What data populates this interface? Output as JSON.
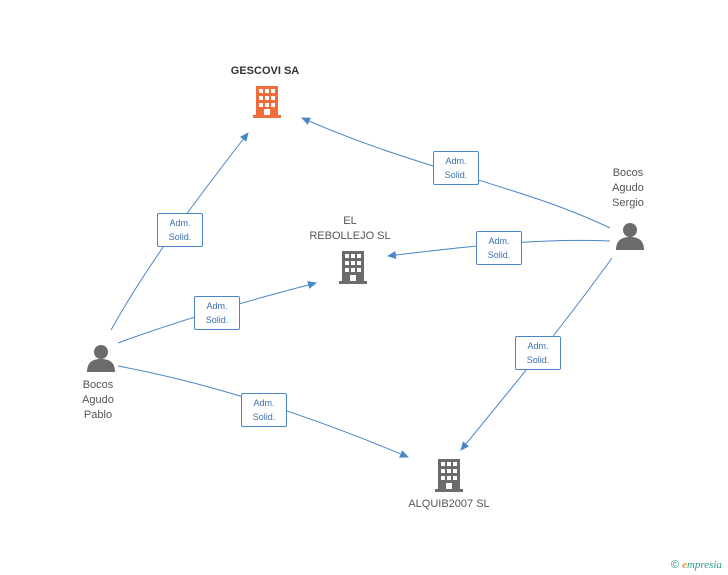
{
  "colors": {
    "edge": "#4a86c8",
    "main_company": "#f26b3a",
    "company": "#6b6b6b",
    "person": "#6b6b6b"
  },
  "nodes": {
    "gescovi": {
      "label": "GESCOVI SA",
      "type": "company-main"
    },
    "rebollejo": {
      "label_line1": "EL",
      "label_line2": "REBOLLEJO SL",
      "type": "company"
    },
    "alquib": {
      "label": "ALQUIB2007 SL",
      "type": "company"
    },
    "sergio": {
      "line1": "Bocos",
      "line2": "Agudo",
      "line3": "Sergio",
      "type": "person"
    },
    "pablo": {
      "line1": "Bocos",
      "line2": "Agudo",
      "line3": "Pablo",
      "type": "person"
    }
  },
  "edges": [
    {
      "from": "sergio",
      "to": "gescovi",
      "line1": "Adm.",
      "line2": "Solid."
    },
    {
      "from": "sergio",
      "to": "rebollejo",
      "line1": "Adm.",
      "line2": "Solid."
    },
    {
      "from": "sergio",
      "to": "alquib",
      "line1": "Adm.",
      "line2": "Solid."
    },
    {
      "from": "pablo",
      "to": "gescovi",
      "line1": "Adm.",
      "line2": "Solid."
    },
    {
      "from": "pablo",
      "to": "rebollejo",
      "line1": "Adm.",
      "line2": "Solid."
    },
    {
      "from": "pablo",
      "to": "alquib",
      "line1": "Adm.",
      "line2": "Solid."
    }
  ],
  "footer": {
    "copyright": "©",
    "brand_e": "e",
    "brand_rest": "mpresia"
  }
}
